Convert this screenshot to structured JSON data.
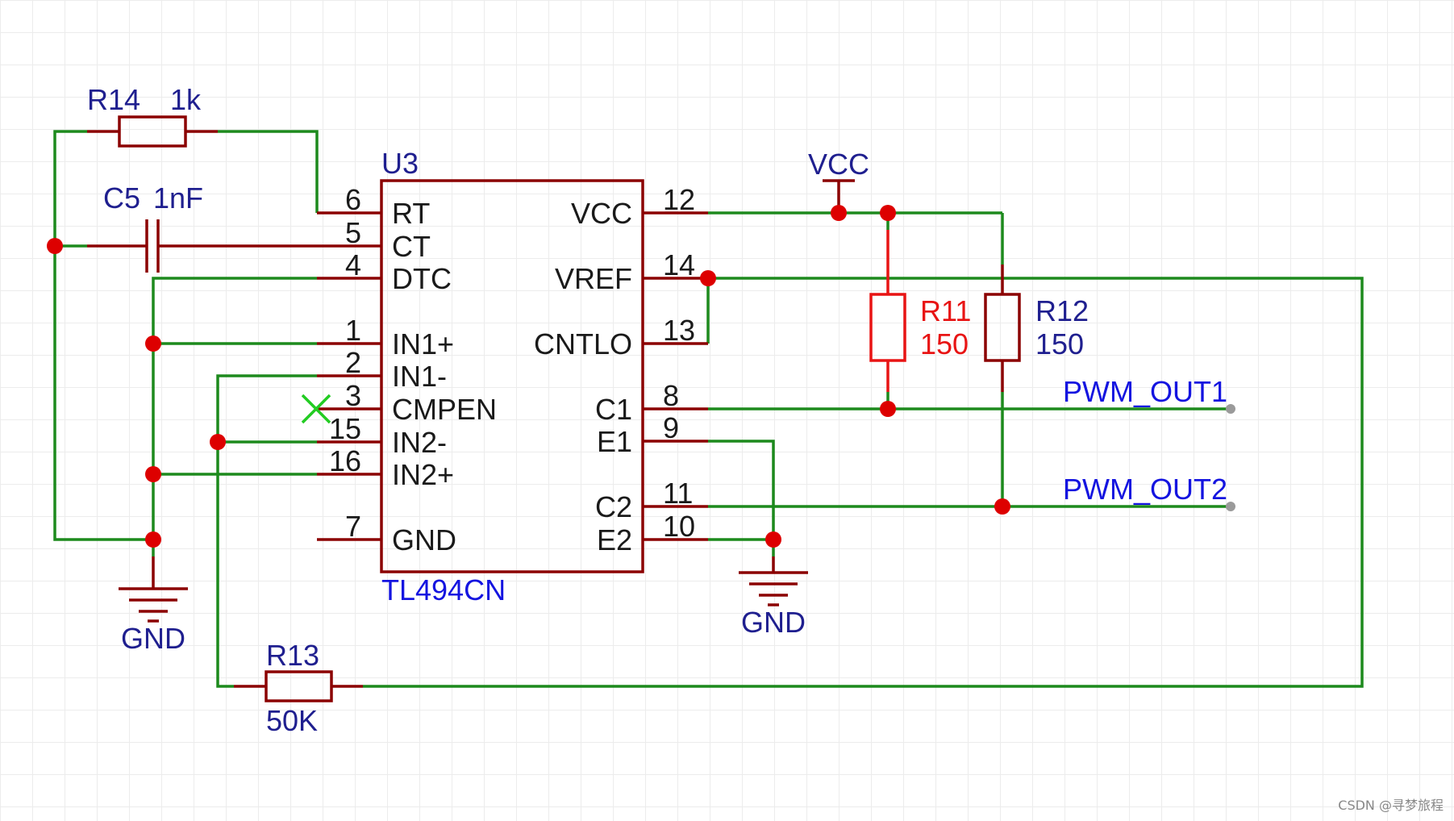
{
  "u3": {
    "designator": "U3",
    "part": "TL494CN",
    "pins_left": [
      {
        "num": "6",
        "name": "RT"
      },
      {
        "num": "5",
        "name": "CT"
      },
      {
        "num": "4",
        "name": "DTC"
      },
      {
        "num": "1",
        "name": "IN1+"
      },
      {
        "num": "2",
        "name": "IN1-"
      },
      {
        "num": "3",
        "name": "CMPEN"
      },
      {
        "num": "15",
        "name": "IN2-"
      },
      {
        "num": "16",
        "name": "IN2+"
      },
      {
        "num": "7",
        "name": "GND"
      }
    ],
    "pins_right": [
      {
        "num": "12",
        "name": "VCC"
      },
      {
        "num": "14",
        "name": "VREF"
      },
      {
        "num": "13",
        "name": "CNTLO"
      },
      {
        "num": "8",
        "name": "C1"
      },
      {
        "num": "9",
        "name": "E1"
      },
      {
        "num": "11",
        "name": "C2"
      },
      {
        "num": "10",
        "name": "E2"
      }
    ]
  },
  "r14": {
    "designator": "R14",
    "value": "1k"
  },
  "c5": {
    "designator": "C5",
    "value": "1nF"
  },
  "r13": {
    "designator": "R13",
    "value": "50K"
  },
  "r11": {
    "designator": "R11",
    "value": "150"
  },
  "r12": {
    "designator": "R12",
    "value": "150"
  },
  "power": {
    "vcc": "VCC",
    "gnd_left": "GND",
    "gnd_right": "GND"
  },
  "nets": {
    "pwm_out1": "PWM_OUT1",
    "pwm_out2": "PWM_OUT2"
  },
  "watermark": "CSDN @寻梦旅程",
  "colors": {
    "wire": "#1d8a1d",
    "pin": "#8b0000",
    "junction": "#dd0000",
    "designator": "#1f1f8f",
    "net_label": "#1414e0",
    "highlight": "#e81414"
  }
}
